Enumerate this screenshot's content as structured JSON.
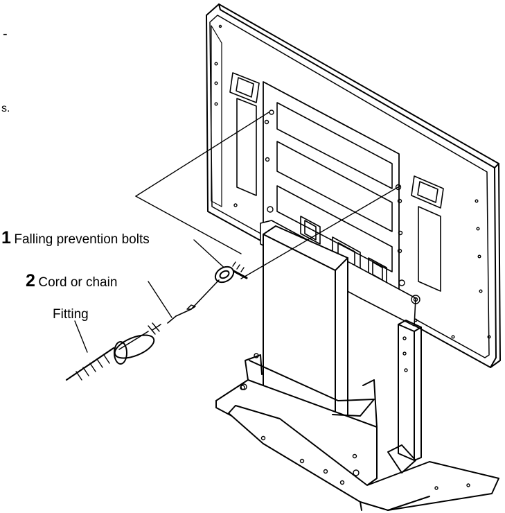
{
  "labels": {
    "bolts": {
      "number": "1",
      "text": "Falling prevention bolts"
    },
    "cord": {
      "number": "2",
      "text": "Cord or chain"
    },
    "fitting": {
      "text": "Fitting"
    }
  },
  "cropped_text": {
    "top_mark": "-",
    "side_mark": "s."
  },
  "colors": {
    "line": "#000000",
    "background": "#ffffff"
  }
}
